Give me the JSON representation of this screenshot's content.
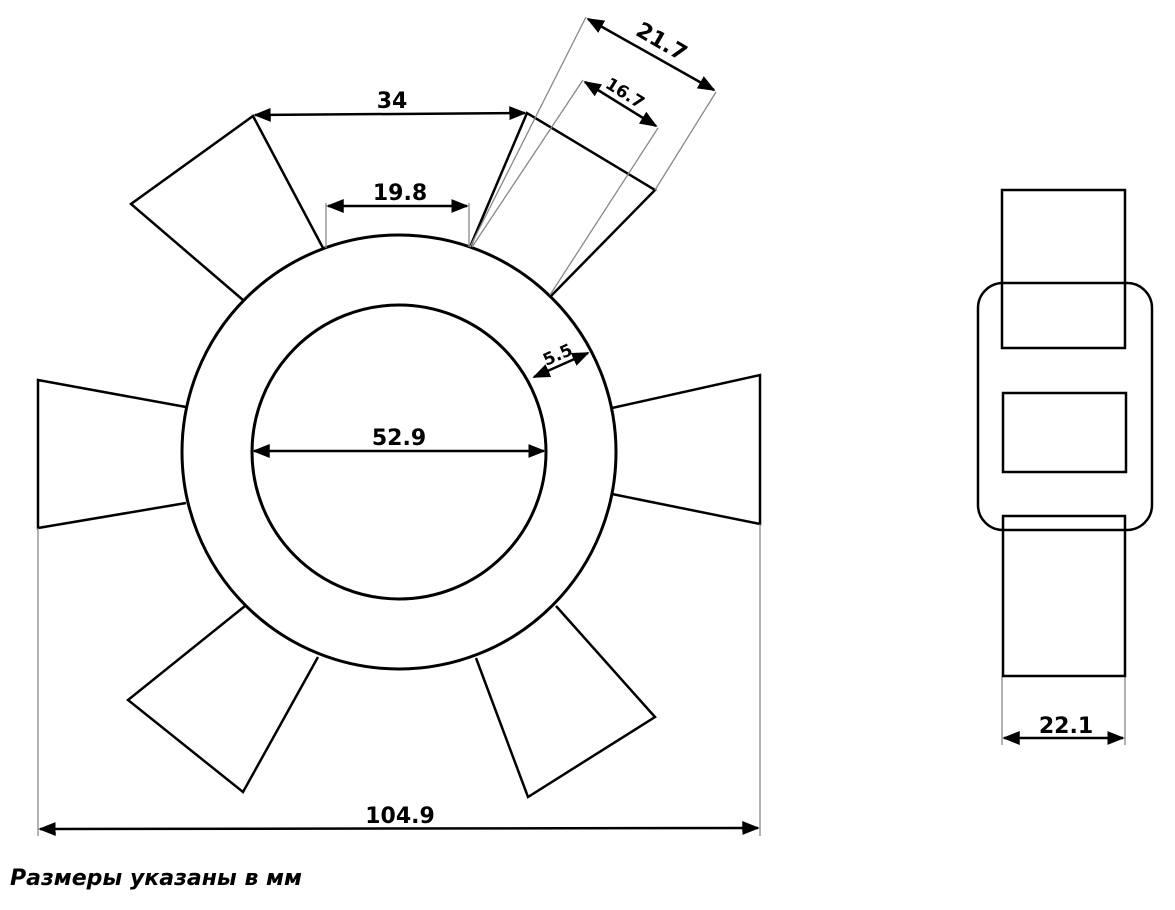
{
  "dimensions": {
    "blade_outer_width": "34",
    "blade_inner_width": "19.8",
    "blade_length_outer": "21.7",
    "blade_length_inner": "16.7",
    "ring_thickness": "5.5",
    "inner_diameter": "52.9",
    "overall_width": "104.9",
    "side_width": "22.1"
  },
  "caption": "Размеры указаны в мм",
  "colors": {
    "line": "#000000",
    "extension": "#888888"
  }
}
